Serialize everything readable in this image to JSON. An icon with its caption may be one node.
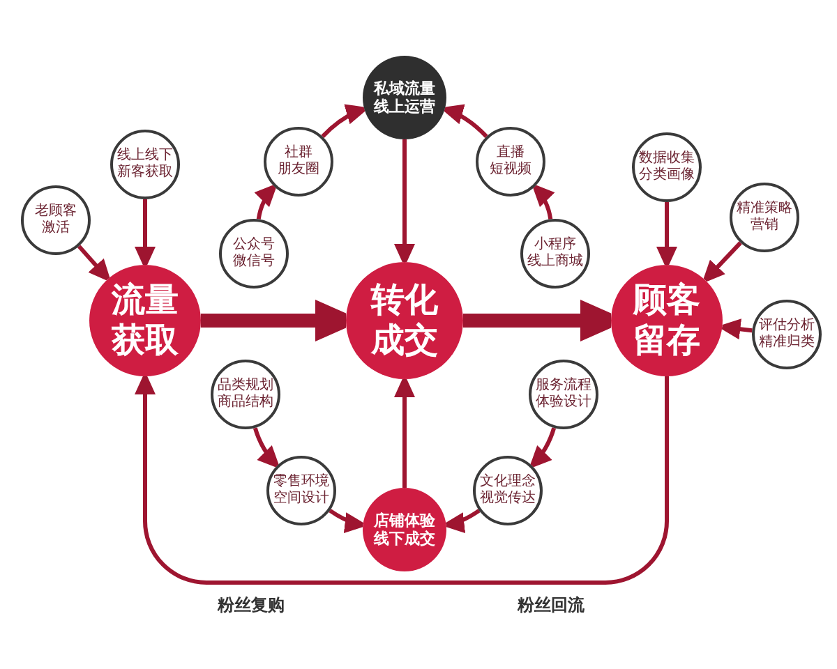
{
  "diagram": {
    "nodes": [
      {
        "text": [
          "线上线下新客获取"
        ]
      },
      {
        "text": [
          "老顾客激活"
        ]
      },
      {
        "text": [
          "流量获取"
        ]
      },
      {
        "text": [
          "私域流量线上运营"
        ]
      },
      {
        "text": [
          "社群朋友圈"
        ]
      },
      {
        "text": [
          "直播短视频"
        ]
      },
      {
        "text": [
          "公众号微信号"
        ]
      },
      {
        "text": [
          "转化成交"
        ]
      },
      {
        "text": [
          "小程序线上商城"
        ]
      },
      {
        "text": [
          "品类规划商品结构"
        ]
      },
      {
        "text": [
          "服务流程体验设计"
        ]
      },
      {
        "text": [
          "零售环境空间设计"
        ]
      },
      {
        "text": [
          "文化理念视觉传达"
        ]
      },
      {
        "text": [
          "店铺体验线下成交"
        ]
      },
      {
        "text": [
          "数据收集分类画像"
        ]
      },
      {
        "text": [
          "精准策略营销"
        ]
      },
      {
        "text": [
          "评估分析精准归类"
        ]
      },
      {
        "text": [
          "顾客留存"
        ]
      }
    ],
    "edges": [
      {
        "from": 1,
        "to": 2,
        "arrow": "to"
      },
      {
        "from": 0,
        "to": 2,
        "arrow": "to"
      },
      {
        "from": 2,
        "to": 7,
        "arrow": "to",
        "style": "thick"
      },
      {
        "from": 6,
        "to": 4,
        "arrow": "to"
      },
      {
        "from": 4,
        "to": 3,
        "arrow": "to"
      },
      {
        "from": 8,
        "to": 5,
        "arrow": "to"
      },
      {
        "from": 5,
        "to": 3,
        "arrow": "to"
      },
      {
        "from": 3,
        "to": 7,
        "arrow": "to"
      },
      {
        "from": 9,
        "to": 11,
        "arrow": "to"
      },
      {
        "from": 11,
        "to": 13,
        "arrow": "to"
      },
      {
        "from": 10,
        "to": 12,
        "arrow": "to"
      },
      {
        "from": 12,
        "to": 13,
        "arrow": "to"
      },
      {
        "from": 13,
        "to": 7,
        "arrow": "to"
      },
      {
        "from": 7,
        "to": 17,
        "arrow": "to",
        "style": "thick"
      },
      {
        "from": 14,
        "to": 17,
        "arrow": "to"
      },
      {
        "from": 15,
        "to": 17,
        "arrow": "to"
      },
      {
        "from": 16,
        "to": 17,
        "arrow": "to"
      },
      {
        "from": 17,
        "to": 2,
        "arrow": "to"
      }
    ],
    "labels": [
      "粉丝复购",
      "粉丝回流"
    ]
  }
}
